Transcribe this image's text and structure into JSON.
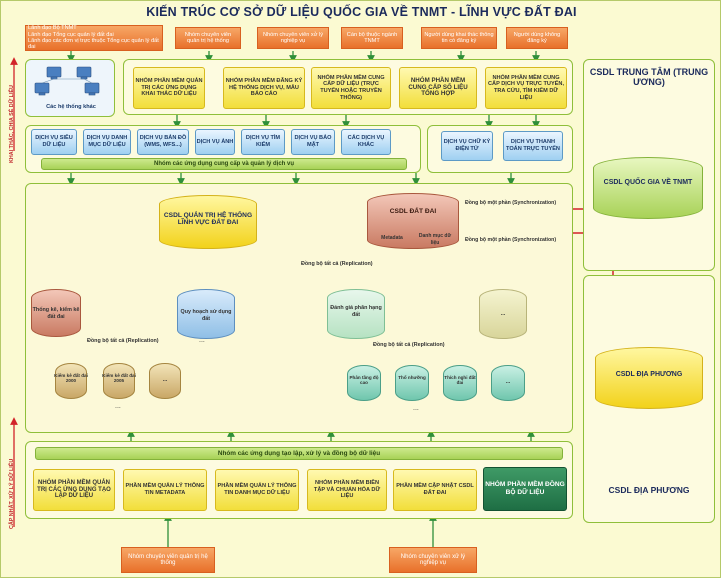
{
  "title": "KIẾN TRÚC CƠ SỞ DỮ LIỆU QUỐC GIA VỀ TNMT - LĨNH VỰC ĐẤT ĐAI",
  "top_users": [
    "Lãnh đạo Bộ TNMT\nLãnh đạo Tổng cục quản lý đất đai\nLãnh đạo các đơn vị trực thuộc Tổng cục quản lý đất đai",
    "Nhóm chuyên viên quản trị hệ thống",
    "Nhóm chuyên viên xử lý nghiệp vụ",
    "Cán bộ thuộc ngành TNMT",
    "Người dùng khai thác thông tin có đăng ký",
    "Người dùng không đăng ký"
  ],
  "side_labels": {
    "top": "KHAI THÁC, CHIA SẺ DỮ LIỆU",
    "bottom": "CẬP NHẬT, XỬ LÝ DỮ LIỆU"
  },
  "other_systems": "Các hệ thống khác",
  "software_groups_top": [
    "NHÓM PHẦN MỀM QUẢN TRỊ CÁC ỨNG DỤNG KHAI THÁC DỮ LIỆU",
    "NHÓM PHẦN MỀM ĐĂNG KÝ HỆ THỐNG DỊCH VỤ, MẪU BÁO CÁO",
    "NHÓM PHẦN MỀM CUNG CẤP DỮ LIỆU (TRỰC TUYẾN HOẶC TRUYỀN THỐNG)",
    "NHÓM PHẦN MỀM CUNG CẤP SỐ LIỆU TỔNG HỢP",
    "NHÓM PHẦN MỀM CUNG CẤP DỊCH VỤ TRỰC TUYẾN, TRA CỨU, TÌM KIẾM DỮ LIỆU"
  ],
  "services": [
    "DỊCH VỤ SIÊU DỮ LIỆU",
    "DỊCH VỤ DANH MỤC DỮ LIỆU",
    "DỊCH VỤ BẢN ĐỒ (WMS, WFS...)",
    "DỊCH VỤ ẢNH",
    "DỊCH VỤ TÌM KIẾM",
    "DỊCH VỤ BẢO MẬT",
    "CÁC DỊCH VỤ KHÁC"
  ],
  "services_right": [
    "DỊCH VỤ CHỮ KÝ ĐIỆN TỬ",
    "DỊCH VỤ THANH TOÁN TRỰC TUYẾN"
  ],
  "services_bar": "Nhóm các ứng dụng cung cấp và quản lý dịch vụ",
  "db_admin": "CSDL QUẢN TRỊ HỆ THỐNG LĨNH VỰC ĐẤT ĐAI",
  "db_land": {
    "title": "CSDL ĐẤT ĐAI",
    "metadata": "Metadata",
    "catalog": "Danh mục dữ liệu"
  },
  "sync_partial": "Đồng bộ một phần (Synchronization)",
  "replication": "Đồng bộ tất cả (Replication)",
  "db_children": [
    "Thống kê, kiểm kê đất đai",
    "Quy hoạch sử dụng đất",
    "Đánh giá phân hạng đất",
    "..."
  ],
  "kiemke": [
    "Kiểm kê đất đai 2000",
    "Kiểm kê đất đai 2005",
    "..."
  ],
  "danhgia": [
    "Phân tầng độ cao",
    "Thổ nhưỡng",
    "Thích nghi đất đai",
    "..."
  ],
  "ellipsis": "...",
  "right_top_title": "CSDL TRUNG TÂM (TRUNG ƯƠNG)",
  "national_db": "CSDL QUỐC GIA VỀ TNMT",
  "local_db": "CSDL ĐỊA PHƯƠNG",
  "right_bottom_title": "CSDL ĐỊA PHƯƠNG",
  "bottom_bar": "Nhóm các ứng dụng tạo lập, xử lý và đồng bộ dữ liệu",
  "software_groups_bottom": [
    "NHÓM PHẦN MỀM QUẢN TRỊ CÁC ỨNG DỤNG TẠO LẬP DỮ LIỆU",
    "PHẦN MỀM QUẢN LÝ THÔNG TIN METADATA",
    "PHẦN MỀM QUẢN LÝ THÔNG TIN DANH MỤC DỮ LIỆU",
    "NHÓM PHẦN MỀM BIÊN TẬP VÀ CHUẨN HÓA DỮ LIỆU",
    "PHẦN MỀM CẬP NHẬT CSDL ĐẤT ĐAI",
    "NHÓM PHẦN MỀM ĐỒNG BỘ DỮ LIỆU"
  ],
  "bottom_users": [
    "Nhóm chuyên viên quản trị hệ thống",
    "Nhóm chuyên viên xử lý nghiệp vụ"
  ],
  "colors": {
    "green_border": "#8fbf3a",
    "orange": "#e8702a",
    "red_arrow": "#d2232a",
    "yellow_db": "#f2de3a"
  }
}
